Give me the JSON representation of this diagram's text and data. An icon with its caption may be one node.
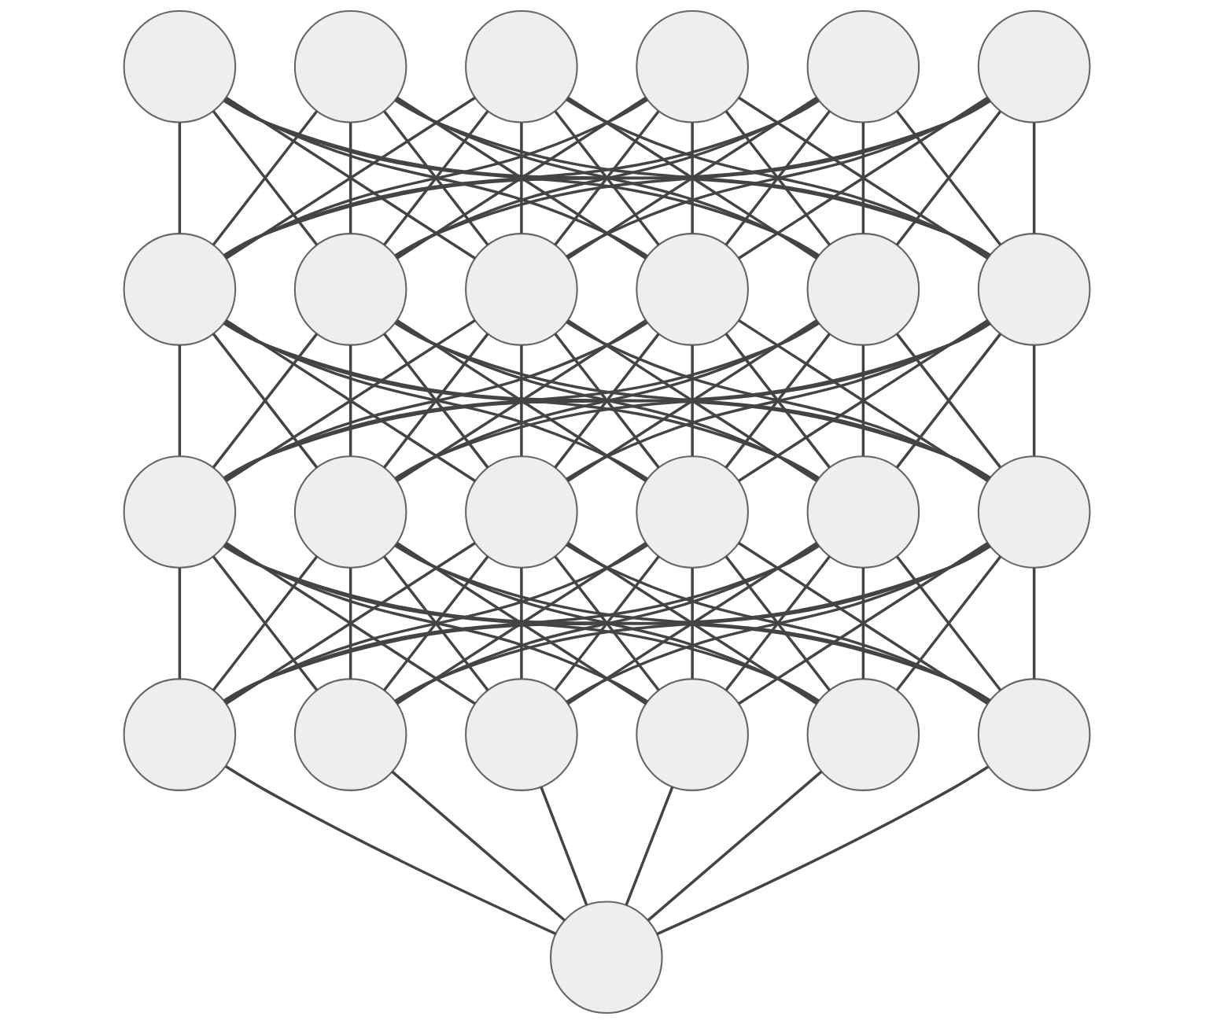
{
  "diagram": {
    "nodes": [
      {
        "text": [],
        "shape": "circle"
      },
      {
        "text": [],
        "shape": "circle"
      },
      {
        "text": [],
        "shape": "circle"
      },
      {
        "text": [],
        "shape": "circle"
      },
      {
        "text": [],
        "shape": "circle"
      },
      {
        "text": [],
        "shape": "circle"
      },
      {
        "text": [],
        "shape": "circle"
      },
      {
        "text": [],
        "shape": "circle"
      },
      {
        "text": [],
        "shape": "circle"
      },
      {
        "text": [],
        "shape": "circle"
      },
      {
        "text": [],
        "shape": "circle"
      },
      {
        "text": [],
        "shape": "circle"
      },
      {
        "text": [],
        "shape": "circle"
      },
      {
        "text": [],
        "shape": "circle"
      },
      {
        "text": [],
        "shape": "circle"
      },
      {
        "text": [],
        "shape": "circle"
      },
      {
        "text": [],
        "shape": "circle"
      },
      {
        "text": [],
        "shape": "circle"
      },
      {
        "text": [],
        "shape": "circle"
      },
      {
        "text": [],
        "shape": "circle"
      },
      {
        "text": [],
        "shape": "circle"
      },
      {
        "text": [],
        "shape": "circle"
      },
      {
        "text": [],
        "shape": "circle"
      },
      {
        "text": [],
        "shape": "circle"
      },
      {
        "text": [],
        "shape": "circle"
      }
    ],
    "edges": [
      {
        "from": 0,
        "to": 6,
        "arrow": "none"
      },
      {
        "from": 0,
        "to": 7,
        "arrow": "none"
      },
      {
        "from": 0,
        "to": 8,
        "arrow": "none"
      },
      {
        "from": 0,
        "to": 9,
        "arrow": "none"
      },
      {
        "from": 0,
        "to": 10,
        "arrow": "none"
      },
      {
        "from": 0,
        "to": 11,
        "arrow": "none"
      },
      {
        "from": 1,
        "to": 6,
        "arrow": "none"
      },
      {
        "from": 1,
        "to": 7,
        "arrow": "none"
      },
      {
        "from": 1,
        "to": 8,
        "arrow": "none"
      },
      {
        "from": 1,
        "to": 9,
        "arrow": "none"
      },
      {
        "from": 1,
        "to": 10,
        "arrow": "none"
      },
      {
        "from": 1,
        "to": 11,
        "arrow": "none"
      },
      {
        "from": 2,
        "to": 6,
        "arrow": "none"
      },
      {
        "from": 2,
        "to": 7,
        "arrow": "none"
      },
      {
        "from": 2,
        "to": 8,
        "arrow": "none"
      },
      {
        "from": 2,
        "to": 9,
        "arrow": "none"
      },
      {
        "from": 2,
        "to": 10,
        "arrow": "none"
      },
      {
        "from": 2,
        "to": 11,
        "arrow": "none"
      },
      {
        "from": 3,
        "to": 6,
        "arrow": "none"
      },
      {
        "from": 3,
        "to": 7,
        "arrow": "none"
      },
      {
        "from": 3,
        "to": 8,
        "arrow": "none"
      },
      {
        "from": 3,
        "to": 9,
        "arrow": "none"
      },
      {
        "from": 3,
        "to": 10,
        "arrow": "none"
      },
      {
        "from": 3,
        "to": 11,
        "arrow": "none"
      },
      {
        "from": 4,
        "to": 6,
        "arrow": "none"
      },
      {
        "from": 4,
        "to": 7,
        "arrow": "none"
      },
      {
        "from": 4,
        "to": 8,
        "arrow": "none"
      },
      {
        "from": 4,
        "to": 9,
        "arrow": "none"
      },
      {
        "from": 4,
        "to": 10,
        "arrow": "none"
      },
      {
        "from": 4,
        "to": 11,
        "arrow": "none"
      },
      {
        "from": 5,
        "to": 6,
        "arrow": "none"
      },
      {
        "from": 5,
        "to": 7,
        "arrow": "none"
      },
      {
        "from": 5,
        "to": 8,
        "arrow": "none"
      },
      {
        "from": 5,
        "to": 9,
        "arrow": "none"
      },
      {
        "from": 5,
        "to": 10,
        "arrow": "none"
      },
      {
        "from": 5,
        "to": 11,
        "arrow": "none"
      },
      {
        "from": 6,
        "to": 12,
        "arrow": "none"
      },
      {
        "from": 6,
        "to": 13,
        "arrow": "none"
      },
      {
        "from": 6,
        "to": 14,
        "arrow": "none"
      },
      {
        "from": 6,
        "to": 15,
        "arrow": "none"
      },
      {
        "from": 6,
        "to": 16,
        "arrow": "none"
      },
      {
        "from": 6,
        "to": 17,
        "arrow": "none"
      },
      {
        "from": 7,
        "to": 12,
        "arrow": "none"
      },
      {
        "from": 7,
        "to": 13,
        "arrow": "none"
      },
      {
        "from": 7,
        "to": 14,
        "arrow": "none"
      },
      {
        "from": 7,
        "to": 15,
        "arrow": "none"
      },
      {
        "from": 7,
        "to": 16,
        "arrow": "none"
      },
      {
        "from": 7,
        "to": 17,
        "arrow": "none"
      },
      {
        "from": 8,
        "to": 12,
        "arrow": "none"
      },
      {
        "from": 8,
        "to": 13,
        "arrow": "none"
      },
      {
        "from": 8,
        "to": 14,
        "arrow": "none"
      },
      {
        "from": 8,
        "to": 15,
        "arrow": "none"
      },
      {
        "from": 8,
        "to": 16,
        "arrow": "none"
      },
      {
        "from": 8,
        "to": 17,
        "arrow": "none"
      },
      {
        "from": 9,
        "to": 12,
        "arrow": "none"
      },
      {
        "from": 9,
        "to": 13,
        "arrow": "none"
      },
      {
        "from": 9,
        "to": 14,
        "arrow": "none"
      },
      {
        "from": 9,
        "to": 15,
        "arrow": "none"
      },
      {
        "from": 9,
        "to": 16,
        "arrow": "none"
      },
      {
        "from": 9,
        "to": 17,
        "arrow": "none"
      },
      {
        "from": 10,
        "to": 12,
        "arrow": "none"
      },
      {
        "from": 10,
        "to": 13,
        "arrow": "none"
      },
      {
        "from": 10,
        "to": 14,
        "arrow": "none"
      },
      {
        "from": 10,
        "to": 15,
        "arrow": "none"
      },
      {
        "from": 10,
        "to": 16,
        "arrow": "none"
      },
      {
        "from": 10,
        "to": 17,
        "arrow": "none"
      },
      {
        "from": 11,
        "to": 12,
        "arrow": "none"
      },
      {
        "from": 11,
        "to": 13,
        "arrow": "none"
      },
      {
        "from": 11,
        "to": 14,
        "arrow": "none"
      },
      {
        "from": 11,
        "to": 15,
        "arrow": "none"
      },
      {
        "from": 11,
        "to": 16,
        "arrow": "none"
      },
      {
        "from": 11,
        "to": 17,
        "arrow": "none"
      },
      {
        "from": 12,
        "to": 18,
        "arrow": "none"
      },
      {
        "from": 12,
        "to": 19,
        "arrow": "none"
      },
      {
        "from": 12,
        "to": 20,
        "arrow": "none"
      },
      {
        "from": 12,
        "to": 21,
        "arrow": "none"
      },
      {
        "from": 12,
        "to": 22,
        "arrow": "none"
      },
      {
        "from": 12,
        "to": 23,
        "arrow": "none"
      },
      {
        "from": 13,
        "to": 18,
        "arrow": "none"
      },
      {
        "from": 13,
        "to": 19,
        "arrow": "none"
      },
      {
        "from": 13,
        "to": 20,
        "arrow": "none"
      },
      {
        "from": 13,
        "to": 21,
        "arrow": "none"
      },
      {
        "from": 13,
        "to": 22,
        "arrow": "none"
      },
      {
        "from": 13,
        "to": 23,
        "arrow": "none"
      },
      {
        "from": 14,
        "to": 18,
        "arrow": "none"
      },
      {
        "from": 14,
        "to": 19,
        "arrow": "none"
      },
      {
        "from": 14,
        "to": 20,
        "arrow": "none"
      },
      {
        "from": 14,
        "to": 21,
        "arrow": "none"
      },
      {
        "from": 14,
        "to": 22,
        "arrow": "none"
      },
      {
        "from": 14,
        "to": 23,
        "arrow": "none"
      },
      {
        "from": 15,
        "to": 18,
        "arrow": "none"
      },
      {
        "from": 15,
        "to": 19,
        "arrow": "none"
      },
      {
        "from": 15,
        "to": 20,
        "arrow": "none"
      },
      {
        "from": 15,
        "to": 21,
        "arrow": "none"
      },
      {
        "from": 15,
        "to": 22,
        "arrow": "none"
      },
      {
        "from": 15,
        "to": 23,
        "arrow": "none"
      },
      {
        "from": 16,
        "to": 18,
        "arrow": "none"
      },
      {
        "from": 16,
        "to": 19,
        "arrow": "none"
      },
      {
        "from": 16,
        "to": 20,
        "arrow": "none"
      },
      {
        "from": 16,
        "to": 21,
        "arrow": "none"
      },
      {
        "from": 16,
        "to": 22,
        "arrow": "none"
      },
      {
        "from": 16,
        "to": 23,
        "arrow": "none"
      },
      {
        "from": 17,
        "to": 18,
        "arrow": "none"
      },
      {
        "from": 17,
        "to": 19,
        "arrow": "none"
      },
      {
        "from": 17,
        "to": 20,
        "arrow": "none"
      },
      {
        "from": 17,
        "to": 21,
        "arrow": "none"
      },
      {
        "from": 17,
        "to": 22,
        "arrow": "none"
      },
      {
        "from": 17,
        "to": 23,
        "arrow": "none"
      },
      {
        "from": 18,
        "to": 24,
        "arrow": "none"
      },
      {
        "from": 19,
        "to": 24,
        "arrow": "none"
      },
      {
        "from": 20,
        "to": 24,
        "arrow": "none"
      },
      {
        "from": 21,
        "to": 24,
        "arrow": "none"
      },
      {
        "from": 22,
        "to": 24,
        "arrow": "none"
      },
      {
        "from": 23,
        "to": 24,
        "arrow": "none"
      }
    ]
  }
}
